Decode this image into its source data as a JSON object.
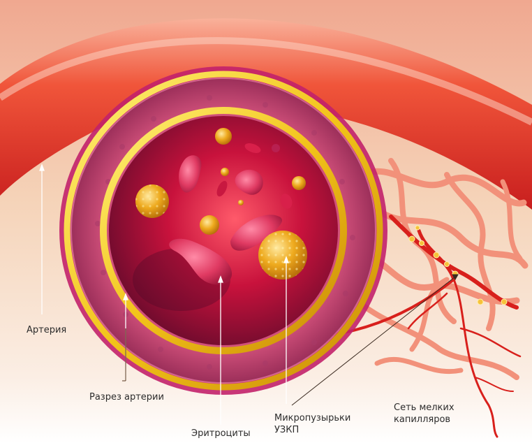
{
  "labels": {
    "artery": "Артерия",
    "artery_section": "Разрез артерии",
    "erythrocytes": "Эритроциты",
    "microbubbles_line1": "Микропузырьки",
    "microbubbles_line2": "УЗКП",
    "capillaries_line1": "Сеть мелких",
    "capillaries_line2": "капилляров"
  },
  "colors": {
    "artery": "#e8392a",
    "vessel_wall": "#b8456a",
    "gold_ring": "#f2c31a",
    "blood": "#c0123a",
    "microbubble": "#e9a21c",
    "capillary": "#f08a72",
    "background_warm": "#f4d3b8"
  }
}
